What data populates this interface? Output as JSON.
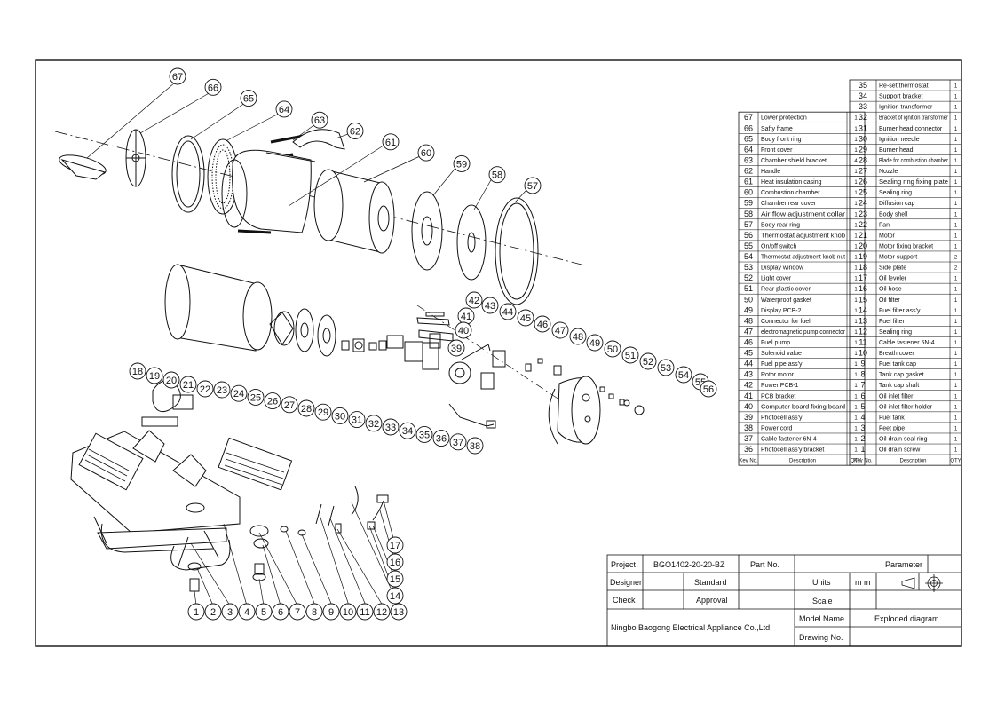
{
  "parts_left": [
    {
      "key": "67",
      "desc": "Lower protection",
      "qty": "1"
    },
    {
      "key": "66",
      "desc": "Safty frame",
      "qty": "1"
    },
    {
      "key": "65",
      "desc": "Body front ring",
      "qty": "1"
    },
    {
      "key": "64",
      "desc": "Front cover",
      "qty": "1"
    },
    {
      "key": "63",
      "desc": "Chamber shield bracket",
      "qty": "4"
    },
    {
      "key": "62",
      "desc": "Handle",
      "qty": "1"
    },
    {
      "key": "61",
      "desc": "Heat insulation casing",
      "qty": "1"
    },
    {
      "key": "60",
      "desc": "Combustion chamber",
      "qty": "1"
    },
    {
      "key": "59",
      "desc": "Chamber rear cover",
      "qty": "1"
    },
    {
      "key": "58",
      "desc": "Air flow adjustment collar",
      "qty": "1"
    },
    {
      "key": "57",
      "desc": "Body rear ring",
      "qty": "1"
    },
    {
      "key": "56",
      "desc": "Thermostat adjustment knob",
      "qty": "1"
    },
    {
      "key": "55",
      "desc": "On/off switch",
      "qty": "1"
    },
    {
      "key": "54",
      "desc": "Thermostat adjustment knob nut",
      "qty": "1"
    },
    {
      "key": "53",
      "desc": "Display window",
      "qty": "1"
    },
    {
      "key": "52",
      "desc": "Light cover",
      "qty": "1"
    },
    {
      "key": "51",
      "desc": "Rear plastic cover",
      "qty": "1"
    },
    {
      "key": "50",
      "desc": "Waterproof gasket",
      "qty": "1"
    },
    {
      "key": "49",
      "desc": "Display PCB-2",
      "qty": "1"
    },
    {
      "key": "48",
      "desc": "Connector for fuel",
      "qty": "1"
    },
    {
      "key": "47",
      "desc": "electromagnetic pump connector",
      "qty": "1"
    },
    {
      "key": "46",
      "desc": "Fuel pump",
      "qty": "1"
    },
    {
      "key": "45",
      "desc": "Solenoid value",
      "qty": "1"
    },
    {
      "key": "44",
      "desc": "Fuel pipe ass'y",
      "qty": "1"
    },
    {
      "key": "43",
      "desc": "Rotor motor",
      "qty": "1"
    },
    {
      "key": "42",
      "desc": "Power PCB-1",
      "qty": "1"
    },
    {
      "key": "41",
      "desc": "PCB bracket",
      "qty": "1"
    },
    {
      "key": "40",
      "desc": "Computer board fixing board",
      "qty": "1"
    },
    {
      "key": "39",
      "desc": "Photocell ass'y",
      "qty": "1"
    },
    {
      "key": "38",
      "desc": "Power cord",
      "qty": "1"
    },
    {
      "key": "37",
      "desc": "Cable fastener 6N-4",
      "qty": "1"
    },
    {
      "key": "36",
      "desc": "Photocell ass'y bracket",
      "qty": "1"
    }
  ],
  "parts_right": [
    {
      "key": "35",
      "desc": "Re-set thermostat",
      "qty": "1"
    },
    {
      "key": "34",
      "desc": "Support bracket",
      "qty": "1"
    },
    {
      "key": "33",
      "desc": "Ignition transformer",
      "qty": "1"
    },
    {
      "key": "32",
      "desc": "Bracket of ignition transformer",
      "qty": "1"
    },
    {
      "key": "31",
      "desc": "Burner head connector",
      "qty": "1"
    },
    {
      "key": "30",
      "desc": "Ignition needle",
      "qty": "1"
    },
    {
      "key": "29",
      "desc": "Burner head",
      "qty": "1"
    },
    {
      "key": "28",
      "desc": "Blade for combustion chamber",
      "qty": "1"
    },
    {
      "key": "27",
      "desc": "Nozzle",
      "qty": "1"
    },
    {
      "key": "26",
      "desc": "Sealing ring fixing plate",
      "qty": "1"
    },
    {
      "key": "25",
      "desc": "Sealing ring",
      "qty": "1"
    },
    {
      "key": "24",
      "desc": "Diffusion cap",
      "qty": "1"
    },
    {
      "key": "23",
      "desc": "Body shell",
      "qty": "1"
    },
    {
      "key": "22",
      "desc": "Fan",
      "qty": "1"
    },
    {
      "key": "21",
      "desc": "Motor",
      "qty": "1"
    },
    {
      "key": "20",
      "desc": "Motor fixing bracket",
      "qty": "1"
    },
    {
      "key": "19",
      "desc": "Motor support",
      "qty": "2"
    },
    {
      "key": "18",
      "desc": "Side plate",
      "qty": "2"
    },
    {
      "key": "17",
      "desc": "Oil leveler",
      "qty": "1"
    },
    {
      "key": "16",
      "desc": "Oil hose",
      "qty": "1"
    },
    {
      "key": "15",
      "desc": "Oil filter",
      "qty": "1"
    },
    {
      "key": "14",
      "desc": "Fuel filter ass'y",
      "qty": "1"
    },
    {
      "key": "13",
      "desc": "Fuel filter",
      "qty": "1"
    },
    {
      "key": "12",
      "desc": "Sealing ring",
      "qty": "1"
    },
    {
      "key": "11",
      "desc": "Cable fastener 5N-4",
      "qty": "1"
    },
    {
      "key": "10",
      "desc": "Breath cover",
      "qty": "1"
    },
    {
      "key": "9",
      "desc": "Fuel tank cap",
      "qty": "1"
    },
    {
      "key": "8",
      "desc": "Tank cap gasket",
      "qty": "1"
    },
    {
      "key": "7",
      "desc": "Tank cap shaft",
      "qty": "1"
    },
    {
      "key": "6",
      "desc": "Oil inlet filter",
      "qty": "1"
    },
    {
      "key": "5",
      "desc": "Oil inlet filter holder",
      "qty": "1"
    },
    {
      "key": "4",
      "desc": "Fuel tank",
      "qty": "1"
    },
    {
      "key": "3",
      "desc": "Feet pipe",
      "qty": "1"
    },
    {
      "key": "2",
      "desc": "Oil drain seal ring",
      "qty": "1"
    },
    {
      "key": "1",
      "desc": "Oil drain screw",
      "qty": "1"
    }
  ],
  "table_header": {
    "key": "Key No.",
    "desc": "Description",
    "qty": "QTY"
  },
  "title_block": {
    "project_label": "Project",
    "project_value": "BGO1402-20-20-BZ",
    "part_no_label": "Part No.",
    "parameter_label": "Parameter",
    "designer_label": "Designer",
    "standard_label": "Standard",
    "units_label": "Units",
    "units_value": "m m",
    "check_label": "Check",
    "approval_label": "Approval",
    "scale_label": "Scale",
    "company": "Ningbo Baogong Electrical Appliance Co.,Ltd.",
    "model_name_label": "Model Name",
    "model_name_value": "Exploded diagram",
    "drawing_no_label": "Drawing No."
  },
  "callouts_top": [
    "67",
    "66",
    "65",
    "64",
    "63",
    "62",
    "61",
    "60",
    "59",
    "58",
    "57"
  ],
  "callouts_mid": [
    "42",
    "41",
    "40",
    "39",
    "43",
    "44",
    "45",
    "46",
    "47",
    "48",
    "49",
    "50",
    "51",
    "52",
    "53",
    "54",
    "55",
    "56"
  ],
  "callouts_mid_left": [
    "18",
    "19",
    "20",
    "21",
    "22",
    "23",
    "24",
    "25",
    "26",
    "27",
    "28",
    "29",
    "30",
    "31",
    "32",
    "33",
    "34",
    "35",
    "36",
    "37",
    "38"
  ],
  "callouts_bottom": [
    "1",
    "2",
    "3",
    "4",
    "5",
    "6",
    "7",
    "8",
    "9",
    "10",
    "11",
    "12",
    "13"
  ],
  "callouts_right_stack": [
    "17",
    "16",
    "15",
    "14"
  ]
}
